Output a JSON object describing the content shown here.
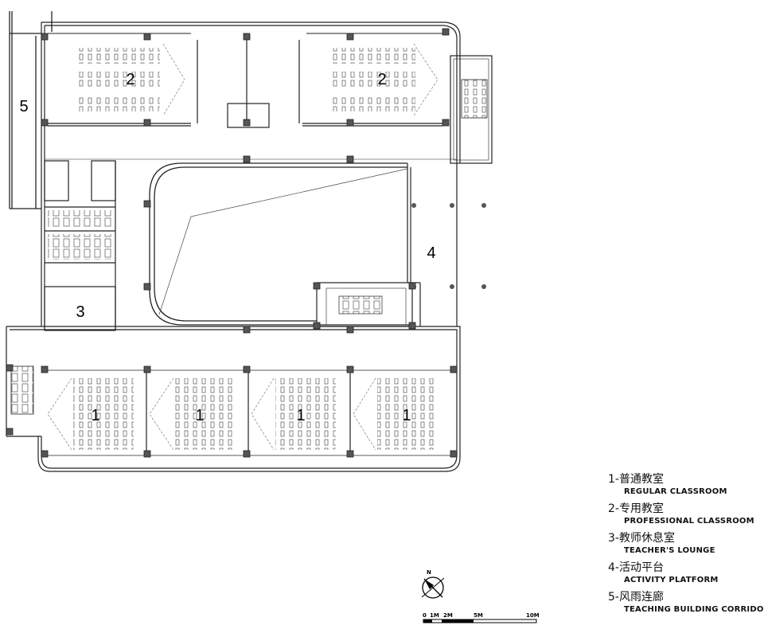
{
  "rooms": {
    "regular": "1",
    "professional": "2",
    "lounge": "3",
    "platform": "4",
    "corridor": "5"
  },
  "legend": [
    {
      "zh": "1-普通教室",
      "en": "REGULAR CLASSROOM"
    },
    {
      "zh": "2-专用教室",
      "en": "PROFESSIONAL CLASSROOM"
    },
    {
      "zh": "3-教师休息室",
      "en": "TEACHER'S LOUNGE"
    },
    {
      "zh": "4-活动平台",
      "en": "ACTIVITY PLATFORM"
    },
    {
      "zh": "5-风雨连廊",
      "en": "TEACHING BUILDING CORRIDOR"
    }
  ],
  "north_arrow": {
    "label": "N"
  },
  "scale_bar": {
    "labels": [
      "0",
      "1M",
      "2M",
      "5M",
      "10M"
    ]
  }
}
